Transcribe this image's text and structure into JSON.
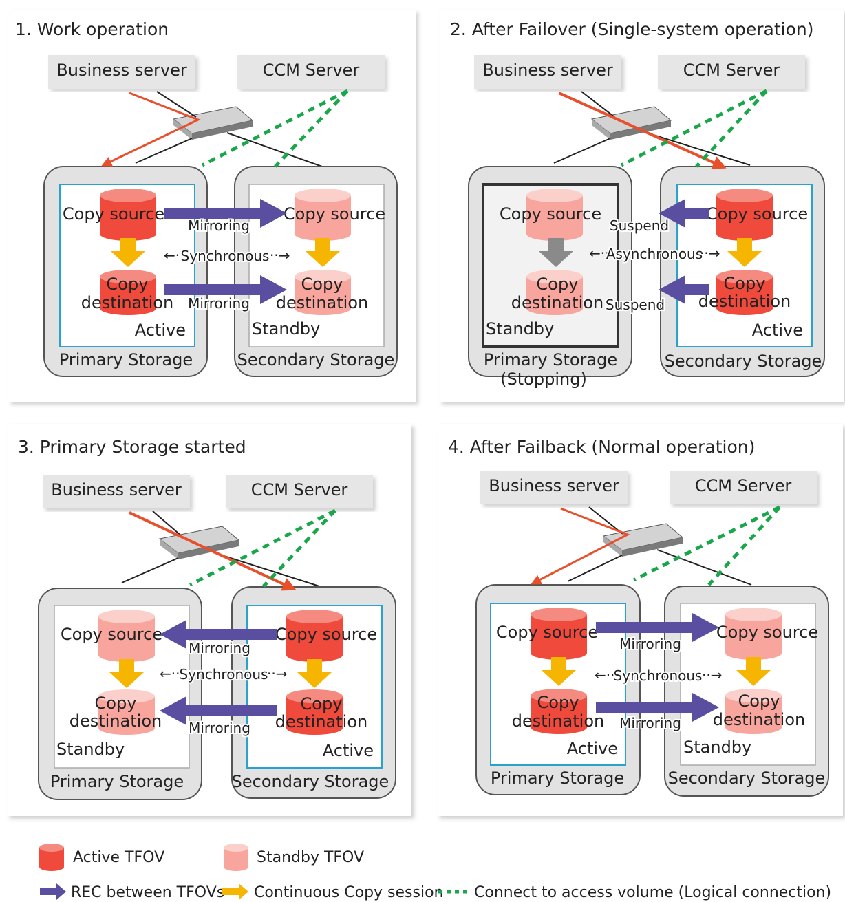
{
  "panels": [
    {
      "title": "1. Work operation",
      "business_server": "Business server",
      "ccm_server": "CCM Server",
      "primary": {
        "label": "Primary Storage",
        "sublabel": "",
        "status": "Active",
        "src": "Copy source",
        "dst1": "Copy",
        "dst2": "destination"
      },
      "secondary": {
        "label": "Secondary Storage",
        "status": "Standby",
        "src": "Copy source",
        "dst1": "Copy",
        "dst2": "destination"
      },
      "rec1": "Mirroring",
      "rec2": "Mirroring",
      "mode": "Synchronous"
    },
    {
      "title": "2. After Failover (Single-system operation)",
      "business_server": "Business server",
      "ccm_server": "CCM Server",
      "primary": {
        "label": "Primary Storage",
        "sublabel": "(Stopping)",
        "status": "Standby",
        "src": "Copy source",
        "dst1": "Copy",
        "dst2": "destination"
      },
      "secondary": {
        "label": "Secondary Storage",
        "status": "Active",
        "src": "Copy source",
        "dst1": "Copy",
        "dst2": "destination"
      },
      "rec1": "Suspend",
      "rec2": "Suspend",
      "mode": "Asynchronous"
    },
    {
      "title": "3. Primary Storage started",
      "business_server": "Business server",
      "ccm_server": "CCM Server",
      "primary": {
        "label": "Primary Storage",
        "sublabel": "",
        "status": "Standby",
        "src": "Copy source",
        "dst1": "Copy",
        "dst2": "destination"
      },
      "secondary": {
        "label": "Secondary Storage",
        "status": "Active",
        "src": "Copy source",
        "dst1": "Copy",
        "dst2": "destination"
      },
      "rec1": "Mirroring",
      "rec2": "Mirroring",
      "mode": "Synchronous"
    },
    {
      "title": "4. After Failback (Normal operation)",
      "business_server": "Business server",
      "ccm_server": "CCM Server",
      "primary": {
        "label": "Primary Storage",
        "sublabel": "",
        "status": "Active",
        "src": "Copy source",
        "dst1": "Copy",
        "dst2": "destination"
      },
      "secondary": {
        "label": "Secondary Storage",
        "status": "Standby",
        "src": "Copy source",
        "dst1": "Copy",
        "dst2": "destination"
      },
      "rec1": "Mirroring",
      "rec2": "Mirroring",
      "mode": "Synchronous"
    }
  ],
  "legend": {
    "active_tfov": "Active TFOV",
    "standby_tfov": "Standby TFOV",
    "rec": "REC between TFOVs",
    "continuous": "Continuous Copy session",
    "connect": "Connect to access volume (Logical connection)"
  },
  "colors": {
    "active_volume": "#ef4a3c",
    "standby_volume": "#f7a59d",
    "rec_arrow": "#5a4ea0",
    "session_arrow": "#f6b500",
    "stopped_arrow": "#8a8a8a",
    "logical_connection": "#1aa64a",
    "access_path": "#e8502c",
    "panel_frame": "#c9e8f4",
    "storage_box": "#e2e2e2"
  }
}
